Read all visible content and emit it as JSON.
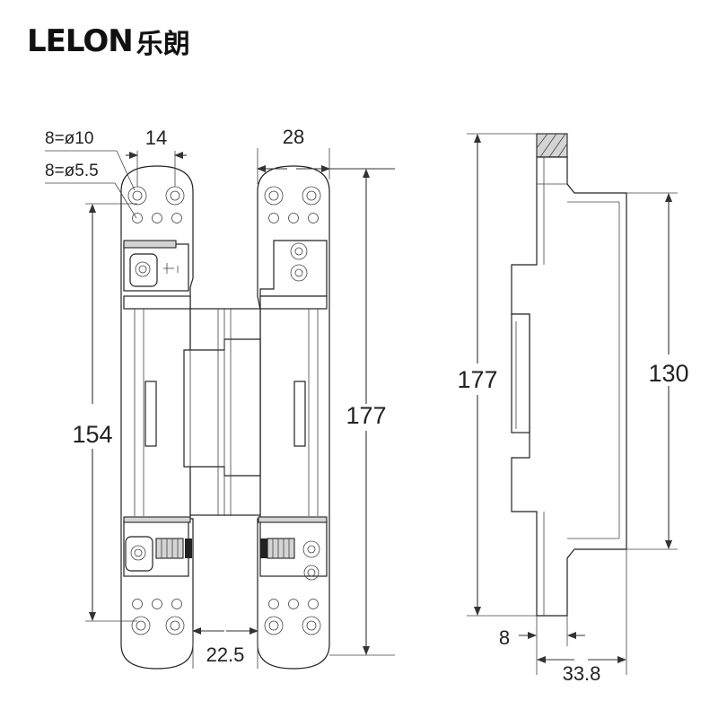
{
  "logo": {
    "brand": "LELON",
    "chinese": "乐朗"
  },
  "front_view": {
    "hole_large_label": "8=ø10",
    "hole_small_label": "8=ø5.5",
    "hole_spacing": "14",
    "body_width": "28",
    "length_between_screws": "154",
    "overall_length": "177",
    "center_gap": "22.5"
  },
  "side_view": {
    "overall_length": "177",
    "body_length": "130",
    "plate_thickness": "8",
    "overall_depth": "33.8"
  }
}
